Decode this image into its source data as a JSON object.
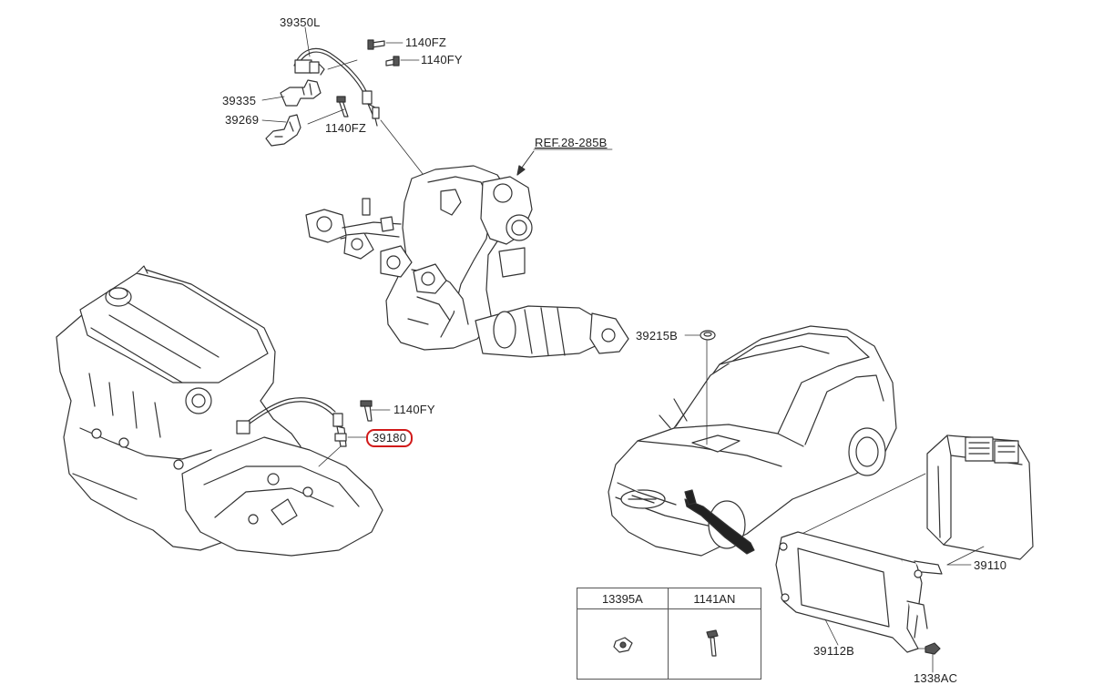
{
  "labels": {
    "p39350L": "39350L",
    "p1140FZ_top": "1140FZ",
    "p1140FY_top": "1140FY",
    "p39335": "39335",
    "p39269": "39269",
    "p1140FZ_mid": "1140FZ",
    "ref_28_285B": "REF.28-285B",
    "p39215B": "39215B",
    "p1140FY_mid": "1140FY",
    "p39180": "39180",
    "p39110": "39110",
    "p39112B": "39112B",
    "p1338AC": "1338AC"
  },
  "parts_table": {
    "col1": "13395A",
    "col2": "1141AN"
  },
  "highlight_color": "#d11a1a",
  "icons": [
    "oxygen-sensor-icon",
    "bolt-icon",
    "bracket-icon",
    "exhaust-manifold-icon",
    "engine-block-icon",
    "vehicle-icon",
    "ecu-icon",
    "ecu-bracket-icon",
    "nut-icon",
    "grommet-icon"
  ]
}
